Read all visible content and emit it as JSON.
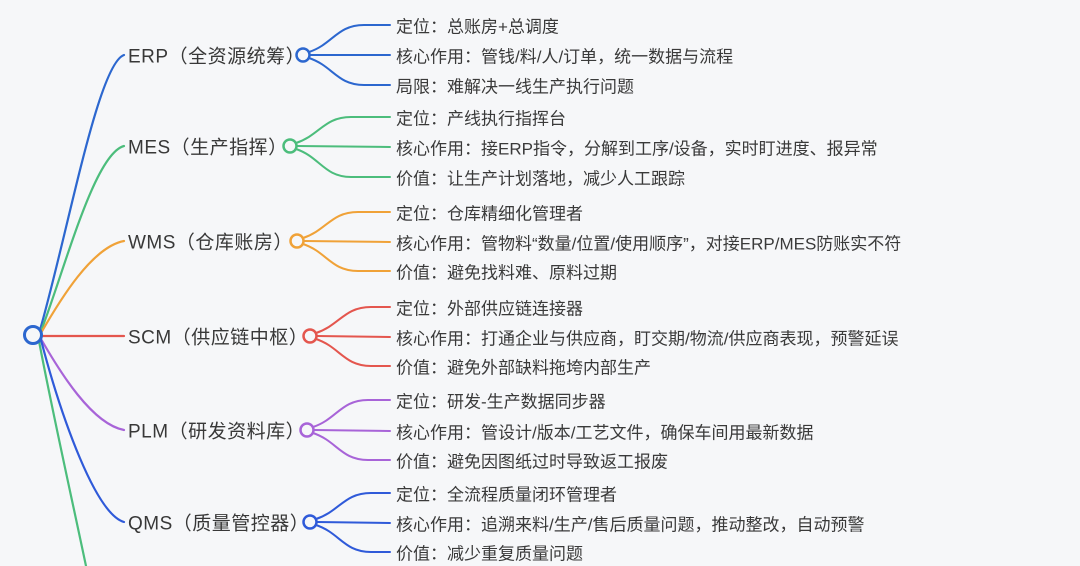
{
  "canvas": {
    "background": "#f6f7f9",
    "text_color": "#3a3a3a"
  },
  "root": {
    "color": "#2c67cf"
  },
  "branches": [
    {
      "label": "ERP（全资源统筹）",
      "color": "#2c67cf",
      "items": [
        {
          "text": "定位：总账房+总调度"
        },
        {
          "text": "核心作用：管钱/料/人/订单，统一数据与流程"
        },
        {
          "text": "局限：难解决一线生产执行问题"
        }
      ]
    },
    {
      "label": "MES（生产指挥）",
      "color": "#4cbd7c",
      "items": [
        {
          "text": "定位：产线执行指挥台"
        },
        {
          "text": "核心作用：接ERP指令，分解到工序/设备，实时盯进度、报异常"
        },
        {
          "text": "价值：让生产计划落地，减少人工跟踪"
        }
      ]
    },
    {
      "label": "WMS（仓库账房）",
      "color": "#f0a238",
      "items": [
        {
          "text": "定位：仓库精细化管理者"
        },
        {
          "text": "核心作用：管物料“数量/位置/使用顺序”，对接ERP/MES防账实不符"
        },
        {
          "text": "价值：避免找料难、原料过期"
        }
      ]
    },
    {
      "label": "SCM（供应链中枢）",
      "color": "#e4564e",
      "items": [
        {
          "text": "定位：外部供应链连接器"
        },
        {
          "text": "核心作用：打通企业与供应商，盯交期/物流/供应商表现，预警延误"
        },
        {
          "text": "价值：避免外部缺料拖垮内部生产"
        }
      ]
    },
    {
      "label": "PLM（研发资料库）",
      "color": "#a864d8",
      "items": [
        {
          "text": "定位：研发-生产数据同步器"
        },
        {
          "text": "核心作用：管设计/版本/工艺文件，确保车间用最新数据"
        },
        {
          "text": "价值：避免因图纸过时导致返工报废"
        }
      ]
    },
    {
      "label": "QMS（质量管控器）",
      "color": "#2f5ad9",
      "items": [
        {
          "text": "定位：全流程质量闭环管理者"
        },
        {
          "text": "核心作用：追溯来料/生产/售后质量问题，推动整改，自动预警"
        },
        {
          "text": "价值：减少重复质量问题"
        }
      ]
    }
  ],
  "offscreen_branch": {
    "color": "#4cbd7c"
  }
}
